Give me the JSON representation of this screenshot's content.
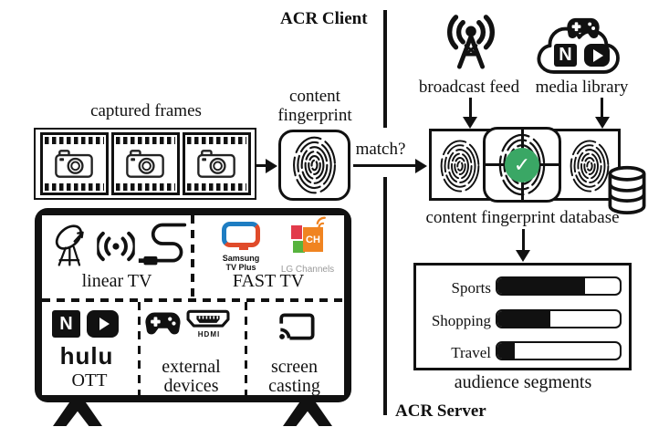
{
  "header": {
    "client_label": "ACR Client",
    "server_label": "ACR Server"
  },
  "client": {
    "captured_frames_label": "captured frames",
    "fingerprint_label_line1": "content",
    "fingerprint_label_line2": "fingerprint",
    "match_label": "match?"
  },
  "server": {
    "broadcast_feed_label": "broadcast feed",
    "media_library_label": "media library",
    "database_label": "content fingerprint database",
    "audience_title": "audience segments",
    "check_icon": "✓",
    "segments": [
      {
        "label": "Sports",
        "fill_pct": 72
      },
      {
        "label": "Shopping",
        "fill_pct": 43
      },
      {
        "label": "Travel",
        "fill_pct": 14
      }
    ]
  },
  "tv": {
    "cell_linear_label": "linear TV",
    "cell_fast_label": "FAST TV",
    "cell_ott_label": "OTT",
    "cell_external_line1": "external",
    "cell_external_line2": "devices",
    "cell_casting_line1": "screen",
    "cell_casting_line2": "casting",
    "logos": {
      "samsung_line1": "Samsung",
      "samsung_line2": "TV Plus",
      "lg_ch": "CH",
      "lg_channels": "LG Channels",
      "netflix_n": "N",
      "hulu": "hulu",
      "hdmi": "HDMI"
    }
  },
  "colors": {
    "ink": "#111111",
    "check_green": "#3aa765",
    "samsung_blue": "#1e7dc2",
    "samsung_red": "#e04b2a",
    "lg_orange": "#f08421",
    "lg_red": "#e23b4b",
    "lg_green": "#57b33e",
    "lg_gray": "#999999"
  },
  "chart_data": {
    "type": "bar",
    "title": "audience segments",
    "categories": [
      "Sports",
      "Shopping",
      "Travel"
    ],
    "values": [
      72,
      43,
      14
    ],
    "xlabel": "",
    "ylabel": "",
    "xlim": [
      0,
      100
    ],
    "note": "horizontal filled-proportion bars, black fill on white"
  }
}
